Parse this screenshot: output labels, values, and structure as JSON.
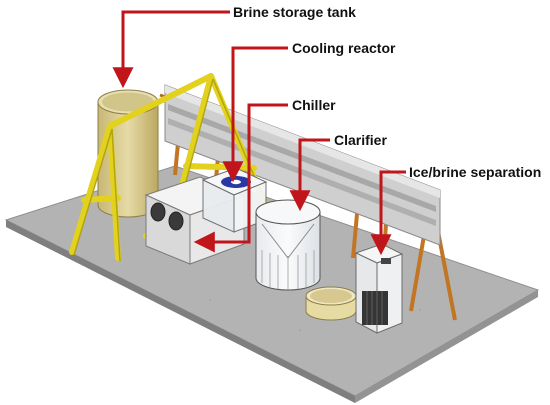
{
  "labels": {
    "brine_storage_tank": "Brine storage tank",
    "cooling_reactor": "Cooling reactor",
    "chiller": "Chiller",
    "clarifier": "Clarifier",
    "ice_brine_separation": "Ice/brine separation"
  },
  "colors": {
    "callout_arrow": "#c0161b",
    "floor_plate": "#aeaeae",
    "frame_yellow": "#e2d21d",
    "frame_orange": "#c27624",
    "tank": "#d7c98e",
    "chiller_body": "#ebebeb"
  }
}
